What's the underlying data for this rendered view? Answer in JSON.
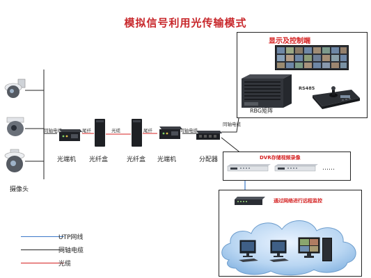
{
  "title": "模拟信号利用光传输模式",
  "devices": {
    "camera_label": "摄像头",
    "transceiver1": "光端机",
    "fiberbox1": "光纤盒",
    "fiberbox2": "光纤盒",
    "transceiver2": "光端机",
    "distributor": "分配器"
  },
  "links": {
    "coax1": "同轴电缆",
    "pigtail1": "尾纤",
    "fiber": "光缆",
    "pigtail2": "尾纤",
    "coax2": "同轴电缆",
    "coax3": "同轴电缆"
  },
  "panels": {
    "display": {
      "title": "显示及控制端",
      "rs485": "RS485",
      "matrix": "RBG矩阵"
    },
    "dvr": {
      "title": "DVR存储视频录像",
      "ellipsis": "……"
    },
    "network": {
      "title": "通过网络进行远程监控"
    }
  },
  "legend": [
    {
      "label": "UTP网线",
      "color": "#3b78c8"
    },
    {
      "label": "同轴电缆",
      "color": "#222222"
    },
    {
      "label": "光缆",
      "color": "#d42020"
    }
  ]
}
